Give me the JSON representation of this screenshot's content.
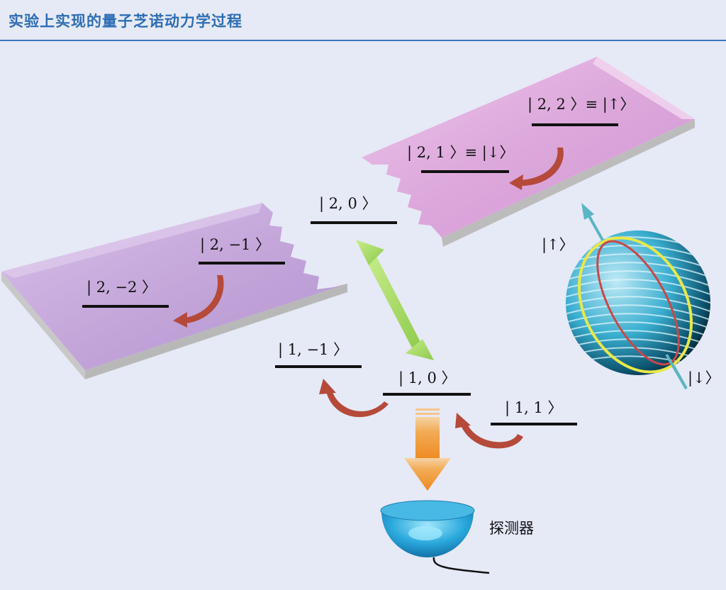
{
  "title": "实验上实现的量子芝诺动力学过程",
  "levels": {
    "l22": "| 2, 2 〉≡ |↑〉",
    "l21": "| 2, 1 〉≡ |↓〉",
    "l20": "| 2, 0 〉",
    "l2m1": "| 2, −1 〉",
    "l2m2": "| 2, −2 〉",
    "l1m1": "| 1, −1 〉",
    "l10": "| 1, 0 〉",
    "l11": "| 1, 1 〉"
  },
  "bloch": {
    "up": "|↑〉",
    "down": "|↓〉"
  },
  "detector_label": "探测器",
  "colors": {
    "title": "#2d6db5",
    "plate_pink": "#e1a9dc",
    "plate_purple": "#c2a0d6",
    "green_arrow": "#9ed55c",
    "orange_arrow": "#f09a3c",
    "red_arrow": "#b54a3a",
    "sphere": "#2fa6c8",
    "detector": "#1d9fd4"
  }
}
